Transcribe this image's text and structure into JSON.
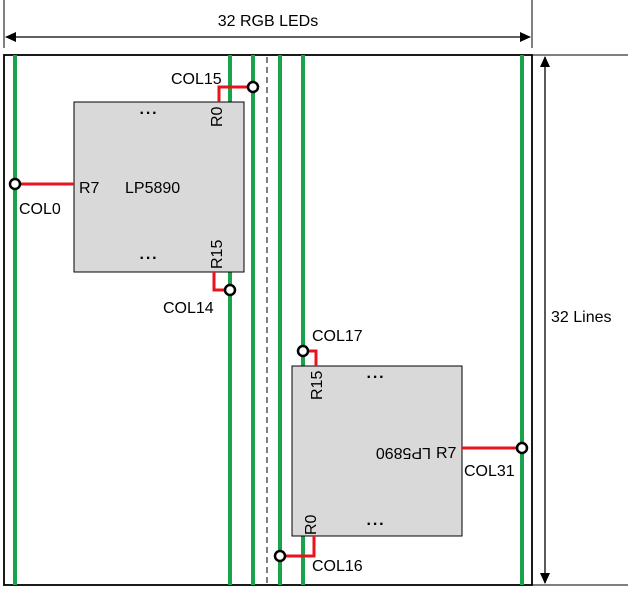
{
  "dimensions": {
    "width_label": "32 RGB LEDs",
    "height_label": "32 Lines"
  },
  "chip_upper": {
    "name": "LP5890",
    "pin_left": "R7",
    "pin_top": "R0",
    "pin_bottom": "R15",
    "dots_top": "···",
    "dots_bottom": "···"
  },
  "chip_lower": {
    "name": "LP5890",
    "pin_right": "R7",
    "pin_top": "R15",
    "pin_bottom": "R0",
    "dots_top": "···",
    "dots_bottom": "···"
  },
  "columns": {
    "col0": "COL0",
    "col14": "COL14",
    "col15": "COL15",
    "col16": "COL16",
    "col17": "COL17",
    "col31": "COL31"
  },
  "colors": {
    "column_line": "#1aa34a",
    "connection": "#e8141b",
    "chip_fill": "#d9d9d9",
    "outline": "#000000"
  }
}
